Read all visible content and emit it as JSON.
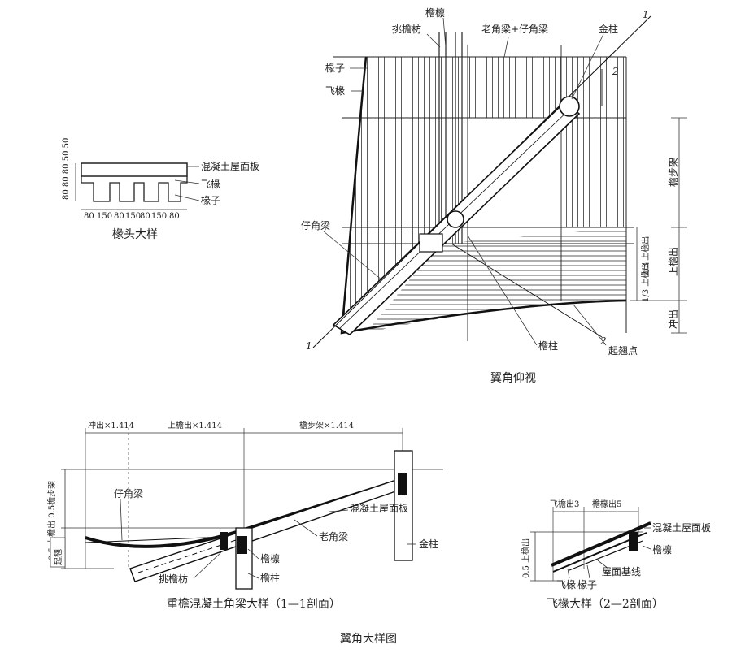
{
  "rafter_detail": {
    "caption": "椽头大样",
    "label_board": "混凝土屋面板",
    "label_flying": "飞椽",
    "label_rafter": "椽子",
    "dim_vertical": "80 80 80 50 50",
    "dim_horizontal": [
      "80",
      "150",
      "80",
      "150",
      "80",
      "150",
      "80"
    ]
  },
  "plan_view": {
    "caption": "翼角仰视",
    "label_eave_purlin": "檐檩",
    "label_eave_tie": "挑檐枋",
    "label_main_beam": "老角梁+仔角梁",
    "label_gold_column": "金柱",
    "label_rafter": "椽子",
    "label_flying": "飞椽",
    "label_sub_beam": "仔角梁",
    "label_eave_column": "檐柱",
    "label_start_point": "起翘点",
    "dim_step": "檐步架",
    "dim_overhang": "上檐出",
    "dim_two_thirds": "2/3 上檐出",
    "dim_one_third": "1/3 上檐出",
    "dim_chong": "冲出",
    "section_marks": [
      "1",
      "2",
      "1",
      "2"
    ]
  },
  "section_1": {
    "caption": "重檐混凝土角梁大样（1—1剖面）",
    "dim_chong": "冲出×1.414",
    "dim_overhang": "上檐出×1.414",
    "dim_step": "檐步架×1.414",
    "dim_left_upper": "0.5 上檐出 0.5檐步架",
    "dim_left_lower": "起翘",
    "label_sub_beam": "仔角梁",
    "label_board": "混凝土屋面板",
    "label_old_beam": "老角梁",
    "label_gold_column": "金柱",
    "label_eave_purlin": "檐檩",
    "label_eave_column": "檐柱",
    "label_eave_tie": "挑檐枋"
  },
  "section_2": {
    "caption": "飞椽大样（2—2剖面）",
    "dim_flying": "飞檐出3",
    "dim_rafter": "檐椽出5",
    "dim_left": "0.5 上檐出",
    "label_board": "混凝土屋面板",
    "label_eave_purlin": "檐檩",
    "label_rafter": "椽子",
    "label_baseline": "屋面基线",
    "label_flying": "飞椽"
  },
  "figure_caption": "翼角大样图"
}
